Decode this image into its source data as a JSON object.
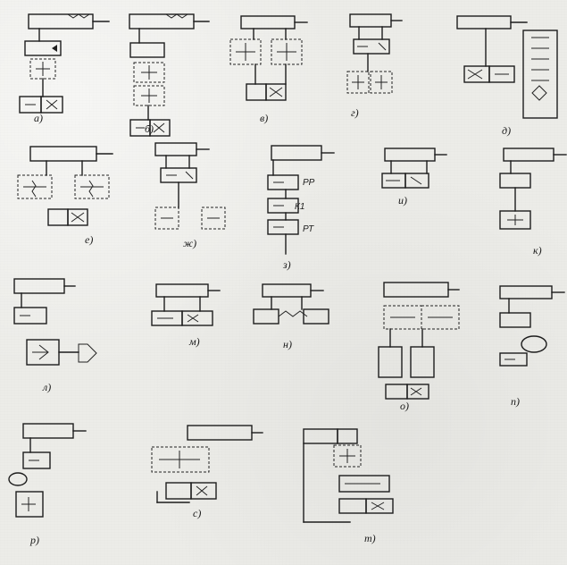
{
  "diagram": {
    "panels": [
      {
        "label": "а)"
      },
      {
        "label": "б)"
      },
      {
        "label": "в)"
      },
      {
        "label": "г)"
      },
      {
        "label": "д)"
      },
      {
        "label": "е)"
      },
      {
        "label": "ж)"
      },
      {
        "label": "з)",
        "tags": [
          "РР",
          "К1",
          "РТ"
        ]
      },
      {
        "label": "и)"
      },
      {
        "label": "к)"
      },
      {
        "label": "л)"
      },
      {
        "label": "м)"
      },
      {
        "label": "н)"
      },
      {
        "label": "о)"
      },
      {
        "label": "п)"
      },
      {
        "label": "р)"
      },
      {
        "label": "с)"
      },
      {
        "label": "т)"
      }
    ]
  },
  "colors": {
    "paper": "#ecece8",
    "ink": "#1d1d1d"
  }
}
